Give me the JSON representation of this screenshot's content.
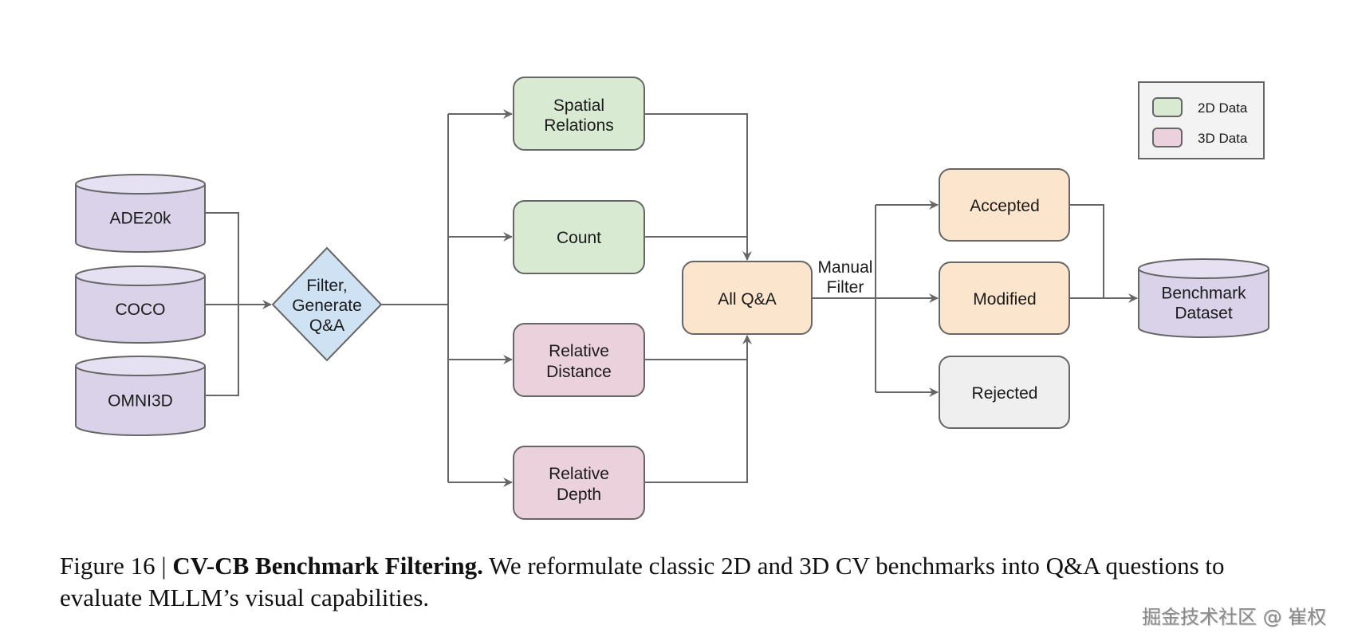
{
  "figure": {
    "sources": [
      {
        "id": "ade20k",
        "label": "ADE20k"
      },
      {
        "id": "coco",
        "label": "COCO"
      },
      {
        "id": "omni3d",
        "label": "OMNI3D"
      }
    ],
    "filter_node": {
      "lines": [
        "Filter,",
        "Generate",
        "Q&A"
      ]
    },
    "tasks": [
      {
        "id": "spatial-relations",
        "lines": [
          "Spatial",
          "Relations"
        ],
        "type": "2D"
      },
      {
        "id": "count",
        "lines": [
          "Count"
        ],
        "type": "2D"
      },
      {
        "id": "relative-distance",
        "lines": [
          "Relative",
          "Distance"
        ],
        "type": "3D"
      },
      {
        "id": "relative-depth",
        "lines": [
          "Relative",
          "Depth"
        ],
        "type": "3D"
      }
    ],
    "all_qa": {
      "label": "All Q&A"
    },
    "manual_filter_label": {
      "lines": [
        "Manual",
        "Filter"
      ]
    },
    "outcomes": [
      {
        "id": "accepted",
        "label": "Accepted"
      },
      {
        "id": "modified",
        "label": "Modified"
      },
      {
        "id": "rejected",
        "label": "Rejected"
      }
    ],
    "benchmark": {
      "lines": [
        "Benchmark",
        "Dataset"
      ]
    },
    "legend": [
      {
        "label": "2D Data",
        "type": "2D"
      },
      {
        "label": "3D Data",
        "type": "3D"
      }
    ],
    "colors": {
      "cylinder": "#d9d2e9",
      "cylinder_top": "#e6e1f2",
      "diamond": "#cfe2f3",
      "green_2d": "#d9ead3",
      "pink_3d": "#ead1dc",
      "orange": "#fce5cd",
      "grey": "#efefef",
      "legend_bg": "#f3f3f3",
      "stroke": "#666666"
    }
  },
  "caption": {
    "prefix": "Figure 16 | ",
    "bold": "CV-CB Benchmark Filtering.",
    "rest": " We reformulate classic 2D and 3D CV benchmarks into Q&A questions to evaluate MLLM’s visual capabilities."
  },
  "watermark": "掘金技术社区 @ 崔权"
}
